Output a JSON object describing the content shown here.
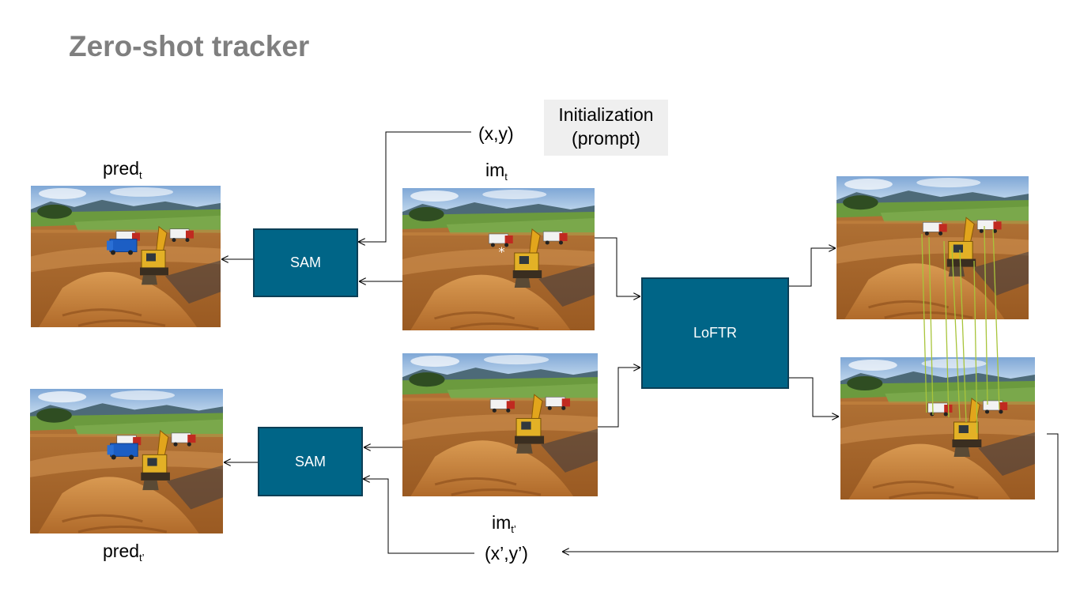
{
  "slide": {
    "title": "Zero-shot tracker",
    "initialization": {
      "line1": "Initialization",
      "line2": "(prompt)"
    }
  },
  "labels": {
    "pred_t": {
      "base": "pred",
      "sub": "t"
    },
    "pred_t2": {
      "base": "pred",
      "sub": "t’"
    },
    "im_t": {
      "base": "im",
      "sub": "t"
    },
    "im_t2": {
      "base": "im",
      "sub": "t’"
    },
    "prompt_xy": "(x,y)",
    "prompt_xy2": "(x’,y’)"
  },
  "blocks": {
    "sam_top": "SAM",
    "sam_bottom": "SAM",
    "loftr": "LoFTR"
  },
  "colors": {
    "block_fill": "#006587",
    "block_border": "#0c3f56",
    "title": "#7f7f7f",
    "match_lines": "#a8c43a"
  },
  "images": [
    {
      "role": "pred_t",
      "content": "construction-site-excavator-blue-truck"
    },
    {
      "role": "im_t",
      "content": "construction-site-excavator"
    },
    {
      "role": "match_top",
      "content": "construction-site-excavator"
    },
    {
      "role": "pred_t2",
      "content": "construction-site-excavator-blue-truck"
    },
    {
      "role": "im_t2",
      "content": "construction-site-excavator"
    },
    {
      "role": "match_bottom",
      "content": "construction-site-excavator"
    }
  ]
}
